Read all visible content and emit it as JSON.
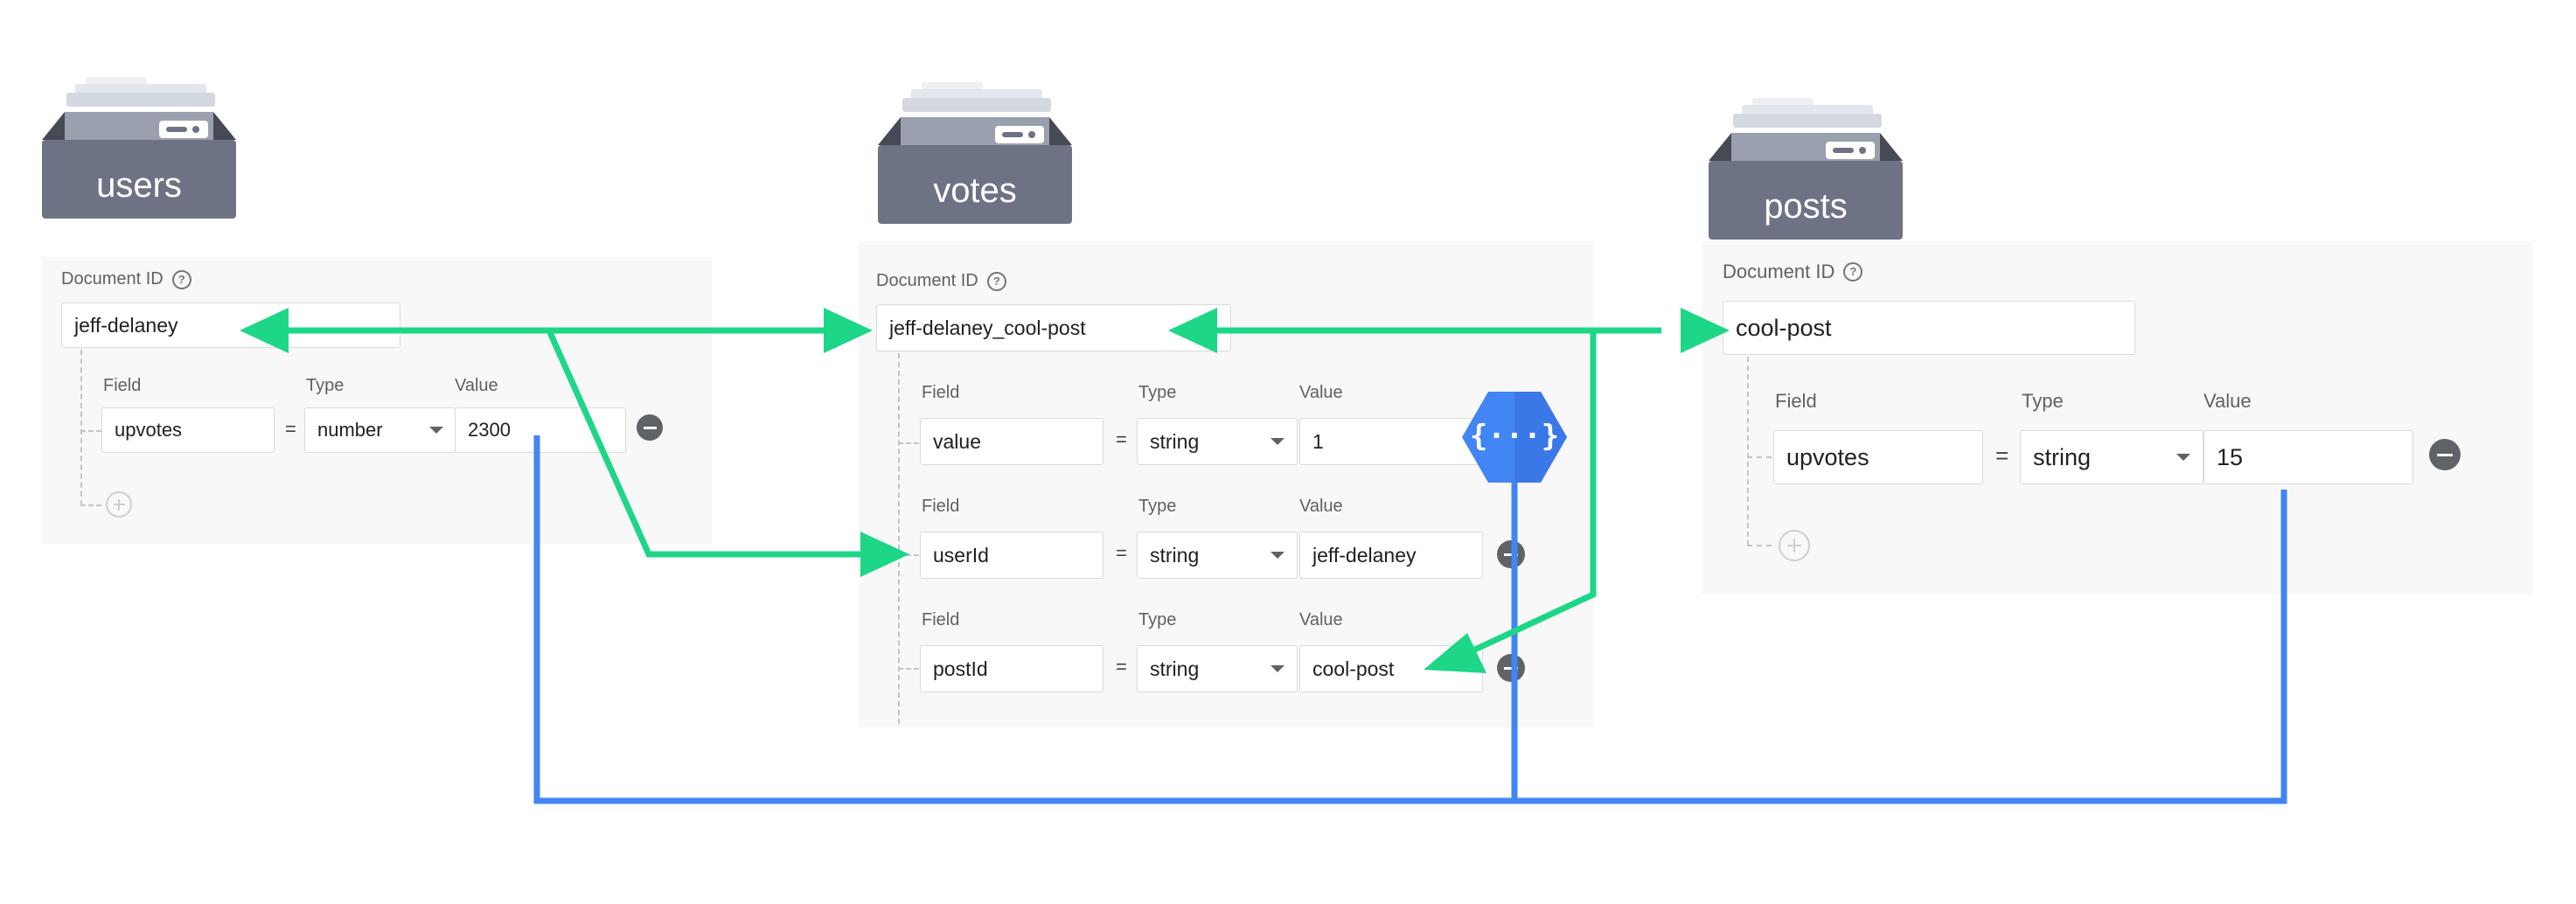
{
  "colors": {
    "green_arrow": "#1ed688",
    "blue_connector": "#4285f4",
    "collection_dark": "#6d7384",
    "panel_bg": "#f8f8f8",
    "cloud_function_hex": "#4285f4"
  },
  "collections": {
    "users": {
      "name": "users"
    },
    "votes": {
      "name": "votes"
    },
    "posts": {
      "name": "posts"
    }
  },
  "labels": {
    "document_id": "Document ID",
    "field": "Field",
    "type": "Type",
    "value": "Value",
    "equals": "="
  },
  "users_doc": {
    "doc_id": "jeff-delaney",
    "fields": [
      {
        "field": "upvotes",
        "type": "number",
        "value": "2300"
      }
    ]
  },
  "votes_doc": {
    "doc_id": "jeff-delaney_cool-post",
    "fields": [
      {
        "field": "value",
        "type": "string",
        "value": "1"
      },
      {
        "field": "userId",
        "type": "string",
        "value": "jeff-delaney"
      },
      {
        "field": "postId",
        "type": "string",
        "value": "cool-post"
      }
    ]
  },
  "posts_doc": {
    "doc_id": "cool-post",
    "fields": [
      {
        "field": "upvotes",
        "type": "string",
        "value": "15"
      }
    ]
  },
  "cloud_function": {
    "icon": "cloud-functions-icon",
    "glyph": "{···}"
  }
}
